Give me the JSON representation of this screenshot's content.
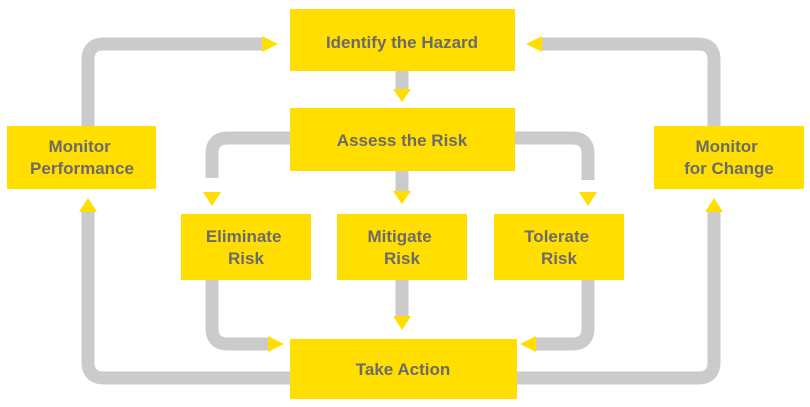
{
  "colors": {
    "box_fill": "#FFDE00",
    "connector": "#CBCBCB",
    "arrow": "#FFDE00",
    "text": "#6B6B6B",
    "background": "#FFFFFF"
  },
  "nodes": {
    "identify": {
      "lines": [
        "Identify the Hazard"
      ]
    },
    "assess": {
      "lines": [
        "Assess the Risk"
      ]
    },
    "eliminate": {
      "lines": [
        "Eliminate",
        "Risk"
      ]
    },
    "mitigate": {
      "lines": [
        "Mitigate",
        "Risk"
      ]
    },
    "tolerate": {
      "lines": [
        "Tolerate",
        "Risk"
      ]
    },
    "take_action": {
      "lines": [
        "Take Action"
      ]
    },
    "monitor_performance": {
      "lines": [
        "Monitor",
        "Performance"
      ]
    },
    "monitor_change": {
      "lines": [
        "Monitor",
        "for Change"
      ]
    }
  }
}
